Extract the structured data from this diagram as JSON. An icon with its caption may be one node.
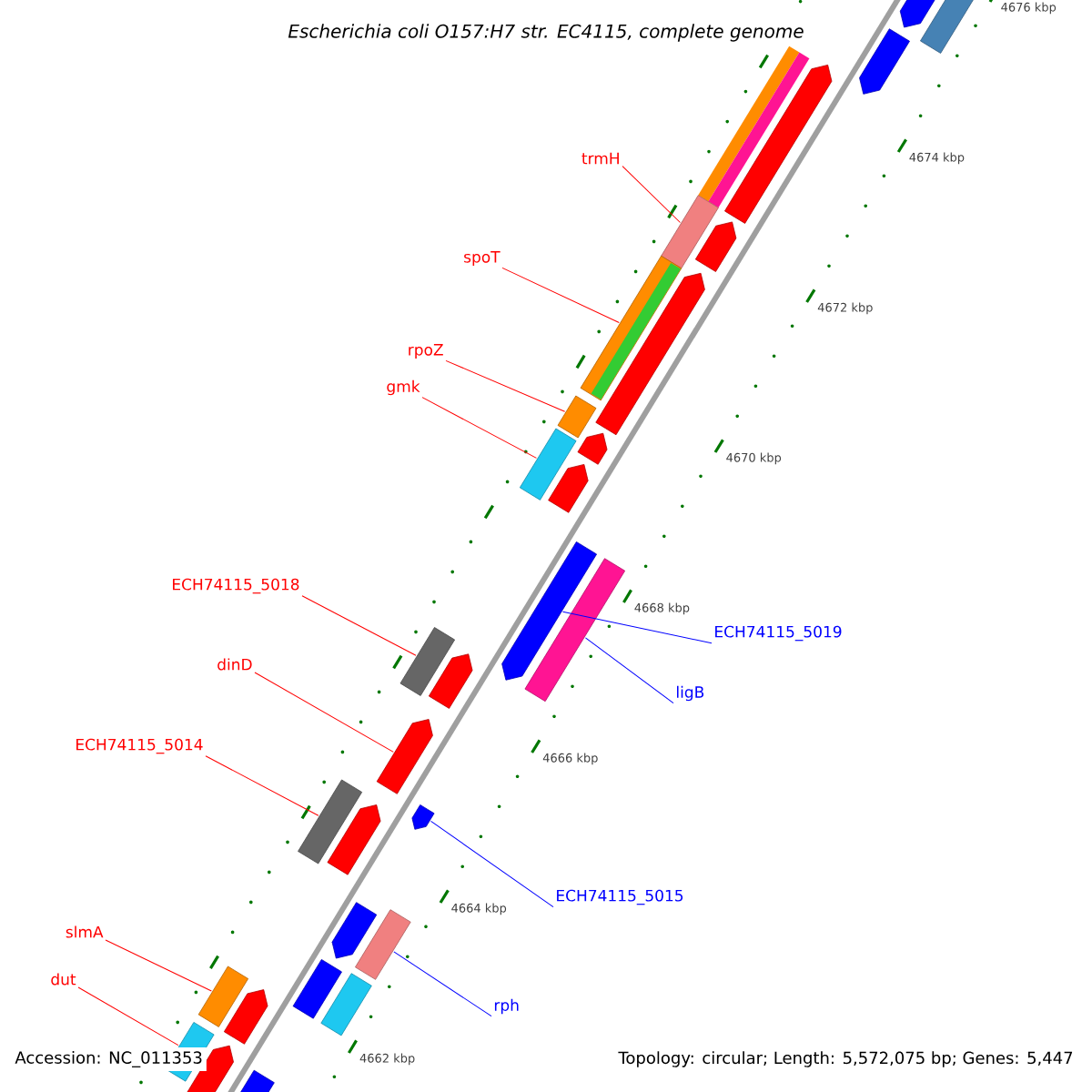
{
  "diagram": {
    "title": "Escherichia coli O157:H7 str. EC4115, complete genome",
    "nodes": [
      {
        "text": [
          "trmH"
        ]
      },
      {
        "text": [
          "spoT"
        ]
      },
      {
        "text": [
          "rpoZ"
        ]
      },
      {
        "text": [
          "gmk"
        ]
      },
      {
        "text": [
          "ECH74115_5018"
        ]
      },
      {
        "text": [
          "ECH74115_5019"
        ]
      },
      {
        "text": [
          "ligB"
        ]
      },
      {
        "text": [
          "dinD"
        ]
      },
      {
        "text": [
          "ECH74115_5014"
        ]
      },
      {
        "text": [
          "ECH74115_5015"
        ]
      },
      {
        "text": [
          "slmA"
        ]
      },
      {
        "text": [
          "rph"
        ]
      },
      {
        "text": [
          "dut"
        ]
      },
      {
        "text": [],
        "shape": "box"
      },
      {
        "text": [],
        "shape": "box"
      },
      {
        "text": [],
        "shape": "box"
      },
      {
        "text": [],
        "shape": "box"
      },
      {
        "text": [],
        "shape": "box"
      },
      {
        "text": [],
        "shape": "arrow"
      },
      {
        "text": [],
        "shape": "box"
      },
      {
        "text": [],
        "shape": "arrow"
      },
      {
        "text": [],
        "shape": "box"
      },
      {
        "text": [],
        "shape": "arrow"
      },
      {
        "text": [],
        "shape": "box"
      },
      {
        "text": [],
        "shape": "box"
      },
      {
        "text": [],
        "shape": "box"
      }
    ],
    "edges": [
      {
        "from": 0,
        "to": 13,
        "arrow": "none"
      },
      {
        "from": 1,
        "to": 14,
        "arrow": "none"
      },
      {
        "from": 2,
        "to": 15,
        "arrow": "none"
      },
      {
        "from": 3,
        "to": 16,
        "arrow": "none"
      },
      {
        "from": 4,
        "to": 17,
        "arrow": "none"
      },
      {
        "from": 5,
        "to": 18,
        "arrow": "none",
        "color": "#0000ff"
      },
      {
        "from": 6,
        "to": 19,
        "arrow": "none",
        "color": "#0000ff"
      },
      {
        "from": 7,
        "to": 20,
        "arrow": "none"
      },
      {
        "from": 8,
        "to": 21,
        "arrow": "none"
      },
      {
        "from": 9,
        "to": 22,
        "arrow": "none",
        "color": "#0000ff"
      },
      {
        "from": 10,
        "to": 23,
        "arrow": "none"
      },
      {
        "from": 11,
        "to": 24,
        "arrow": "none",
        "color": "#0000ff"
      },
      {
        "from": 12,
        "to": 25,
        "arrow": "none"
      }
    ],
    "labels": [
      "4676 kbp",
      "4674 kbp",
      "4672 kbp",
      "4670 kbp",
      "4668 kbp",
      "4666 kbp",
      "4664 kbp",
      "4662 kbp",
      "Accession: NC_011353",
      "Topology: circular; Length: 5,572,075 bp; Genes: 5,447"
    ]
  }
}
